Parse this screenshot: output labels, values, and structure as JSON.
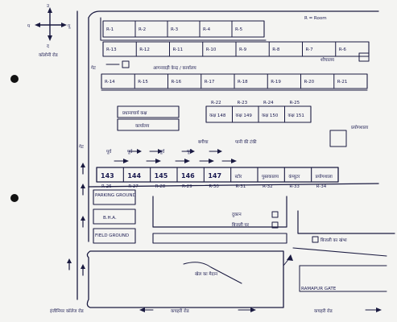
{
  "compass": {
    "north": "उ",
    "south": "द",
    "west": "प",
    "east": "पू"
  },
  "road_left": "कॉलोनी रोड",
  "room_top": {
    "items": [
      "R-1",
      "R-2",
      "R-3",
      "R-4",
      "R-5"
    ],
    "legend": "R = Room"
  },
  "room_row2": [
    "R-13",
    "R-12",
    "R-11",
    "R-10",
    "R-9",
    "R-8",
    "R-7",
    "R-6"
  ],
  "office_label": "आगनवाड़ी केन्द्र / कार्यालय",
  "side_label": "शौचालय",
  "room_row3": [
    "R-14",
    "R-15",
    "R-16",
    "R-17",
    "R-18",
    "R-19",
    "R-20",
    "R-21"
  ],
  "mid_left_boxes": [
    "प्रधानाचार्य कक्ष",
    "कार्यालय"
  ],
  "mid_right": {
    "tops": [
      "R-22",
      "R-23",
      "R-24",
      "R-25"
    ],
    "rooms": [
      "कक्ष 148",
      "कक्ष 149",
      "कक्ष 150",
      "कक्ष 151"
    ]
  },
  "labels": {
    "garden": "बगीचा",
    "water": "पानी की टंकी",
    "science": "प्रयोगशाला",
    "gate_left": "गेट"
  },
  "arrows_row": [
    "पूर्व",
    "पूर्व",
    "पूर्व",
    "पूर्व"
  ],
  "bottom_rooms": [
    "143",
    "144",
    "145",
    "146",
    "147",
    "स्टोर",
    "पुस्तकालय",
    "कंप्यूटर",
    "प्रयोगशाला"
  ],
  "bottom_tags": [
    "R-26",
    "R-27",
    "R-28",
    "R-29",
    "R-30",
    "R-31",
    "R-32",
    "R-33",
    "R-34"
  ],
  "left_blocks": [
    "PARKING GROUND",
    "B.H.A.",
    "FIELD GROUND"
  ],
  "legend": [
    "दुकान",
    "बिजली घर"
  ],
  "legend_right": "बिजली का खंभा",
  "bottom_field": "खेल का मैदान",
  "gate": "RAMAPUR GATE",
  "bottom_text": {
    "left": "इंजीनियर कॉलेज रोड",
    "middle": "कचहरी रोड",
    "right": "कचहरी रोड"
  }
}
